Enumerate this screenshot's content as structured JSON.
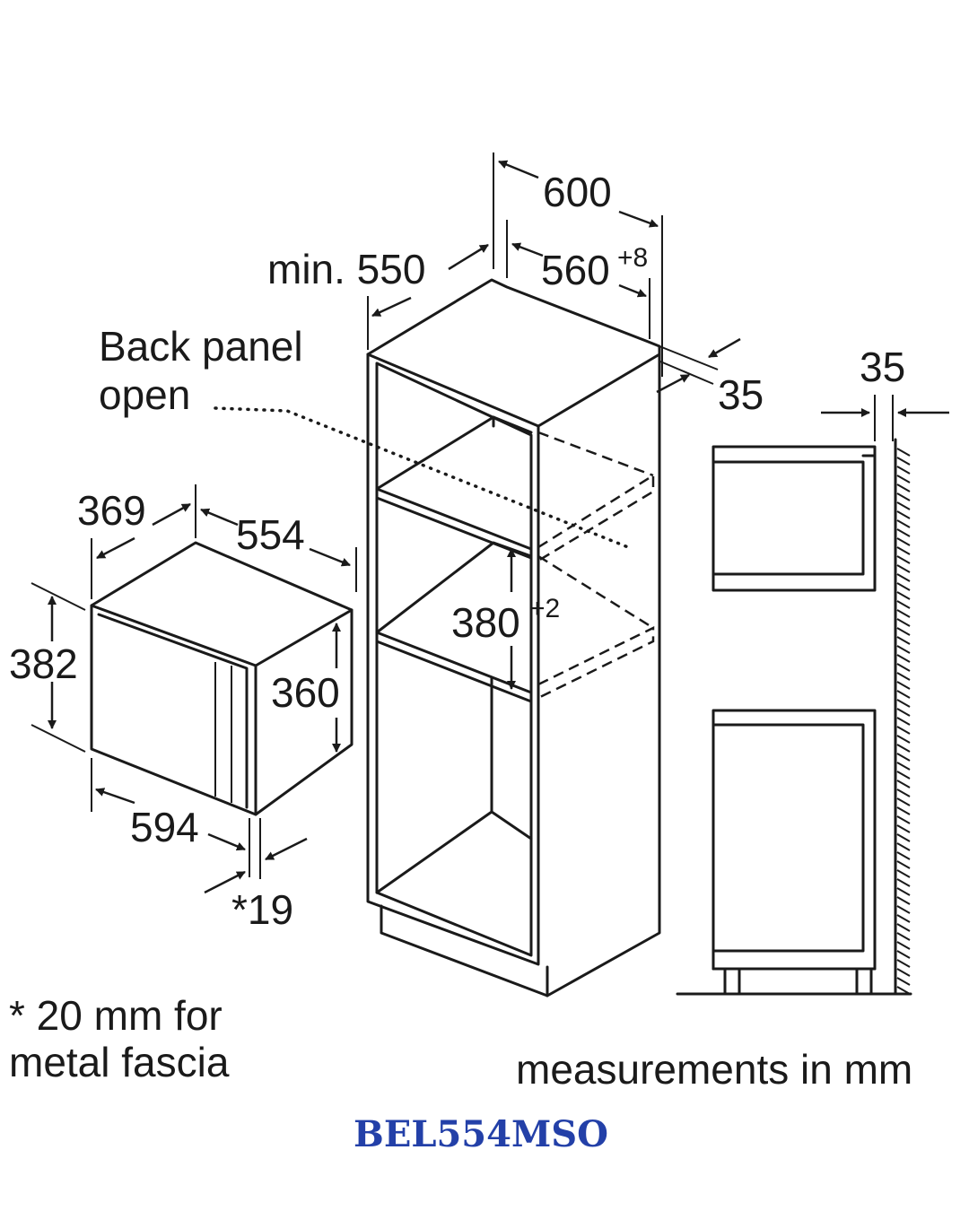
{
  "dimensions": {
    "tall_width": "600",
    "niche_depth": "min. 550",
    "niche_width": "560",
    "niche_width_tol": "+8",
    "rear_gap": "35",
    "wall_gap": "35",
    "niche_height": "380",
    "niche_height_tol": "+2",
    "mw_depth": "369",
    "mw_body_width": "554",
    "mw_height": "382",
    "mw_body_height": "360",
    "mw_width": "594",
    "fascia": "*19"
  },
  "labels": {
    "back_panel_line1": "Back panel",
    "back_panel_line2": "open",
    "footnote_line1": "* 20 mm for",
    "footnote_line2": "metal fascia",
    "units": "measurements in mm",
    "model": "BEL554MSO"
  },
  "colors": {
    "line": "#1a1a1a",
    "model_text": "#2340a8"
  }
}
